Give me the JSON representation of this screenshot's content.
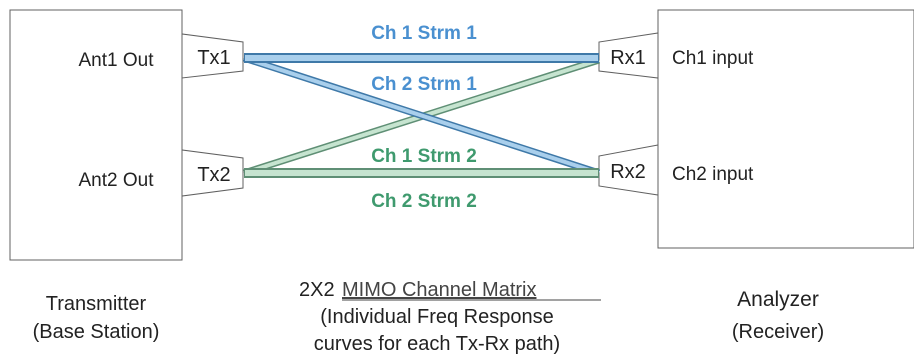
{
  "transmitter": {
    "ports": [
      "Ant1 Out",
      "Ant2 Out"
    ],
    "caption": [
      "Transmitter",
      "(Base Station)"
    ]
  },
  "tx_antennas": [
    "Tx1",
    "Tx2"
  ],
  "rx_antennas": [
    "Rx1",
    "Rx2"
  ],
  "analyzer": {
    "inputs": [
      "Ch1 input",
      "Ch2 input"
    ],
    "caption": [
      "Analyzer",
      "(Receiver)"
    ]
  },
  "paths": [
    {
      "label": "Ch 1 Strm 1",
      "from": "Tx1",
      "to": "Rx1",
      "color": "#4a90d0"
    },
    {
      "label": "Ch 2 Strm 1",
      "from": "Tx1",
      "to": "Rx2",
      "color": "#4a90d0"
    },
    {
      "label": "Ch 1 Strm 2",
      "from": "Tx2",
      "to": "Rx1",
      "color": "#3f9a6e"
    },
    {
      "label": "Ch 2 Strm 2",
      "from": "Tx2",
      "to": "Rx2",
      "color": "#3f9a6e"
    }
  ],
  "matrix": {
    "prefix": "2X2",
    "title": "MIMO Channel Matrix",
    "caption": [
      "(Individual Freq Response",
      "curves for each Tx-Rx path)"
    ]
  },
  "colors": {
    "stream1_fill": "#a9cfec",
    "stream1_border": "#3f79a8",
    "stream2_fill": "#c6e4d0",
    "stream2_border": "#5f8f75",
    "box_border": "#606060",
    "text": "#222222"
  }
}
